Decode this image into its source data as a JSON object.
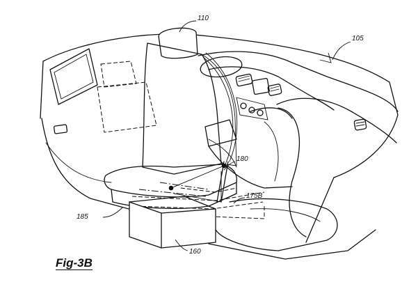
{
  "figure_label": "Fig-3B",
  "reference_numerals": {
    "vehicle": "105",
    "seat": "110",
    "component_180": "180",
    "component_175b": "175B",
    "component_185": "185",
    "component_160": "160"
  }
}
